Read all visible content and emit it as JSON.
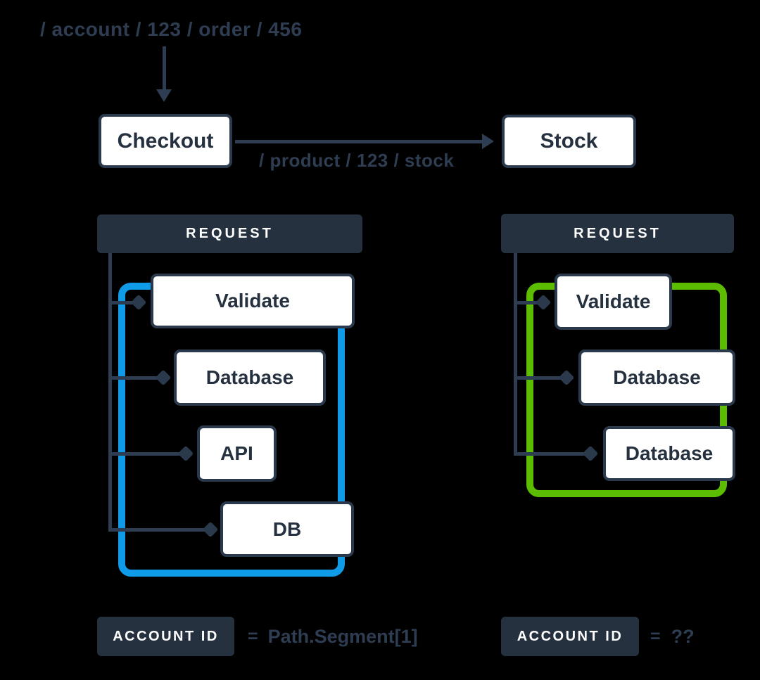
{
  "colors": {
    "background": "#000000",
    "ink": "#2E3D52",
    "panel_fill": "#263140",
    "node_fill": "#FFFFFF",
    "trace_left_accent": "#0F9BE8",
    "trace_right_accent": "#5CBD00"
  },
  "icons": {
    "down_arrow": "▼",
    "right_arrow": "►",
    "span_diamond": "◆"
  },
  "top": {
    "incoming_path": "/ account / 123 / order / 456",
    "checkout_service": "Checkout",
    "stock_service": "Stock",
    "outgoing_path": "/ product / 123 / stock"
  },
  "left_trace": {
    "header": "REQUEST",
    "spans": [
      "Validate",
      "Database",
      "API",
      "DB"
    ],
    "account_id": {
      "badge": "ACCOUNT ID",
      "equals": "=",
      "value": "Path.Segment[1]"
    }
  },
  "right_trace": {
    "header": "REQUEST",
    "spans": [
      "Validate",
      "Database",
      "Database"
    ],
    "account_id": {
      "badge": "ACCOUNT ID",
      "equals": "=",
      "value": "??"
    }
  }
}
